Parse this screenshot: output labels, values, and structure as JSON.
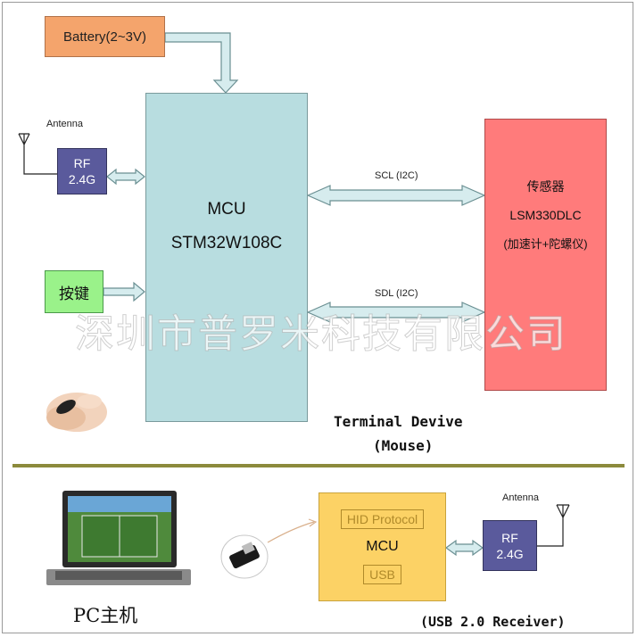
{
  "terminal": {
    "battery": "Battery(2~3V)",
    "mcu_title": "MCU",
    "mcu_model": "STM32W108C",
    "rf_line1": "RF",
    "rf_line2": "2.4G",
    "antenna": "Antenna",
    "button": "按键",
    "sensor_line1": "传感器",
    "sensor_line2": "LSM330DLC",
    "sensor_line3": "(加速计+陀螺仪)",
    "scl_label": "SCL (I2C)",
    "sdl_label": "SDL (I2C)",
    "caption_line1": "Terminal Devive",
    "caption_line2": "(Mouse)",
    "watermark": "深圳市普罗米科技有限公司"
  },
  "receiver": {
    "hid": "HID Protocol",
    "mcu": "MCU",
    "usb": "USB",
    "rf_line1": "RF",
    "rf_line2": "2.4G",
    "antenna": "Antenna",
    "pc_label": "PC主机",
    "caption": "(USB 2.0 Receiver)"
  },
  "colors": {
    "battery": "#f4a46c",
    "mcu": "#b8dde0",
    "rf": "#5a5a9c",
    "button": "#9af28a",
    "sensor": "#ff7b7b",
    "receiver": "#fcd265",
    "arrow_fill": "#d6ecee",
    "divider": "#8c8a3c"
  }
}
